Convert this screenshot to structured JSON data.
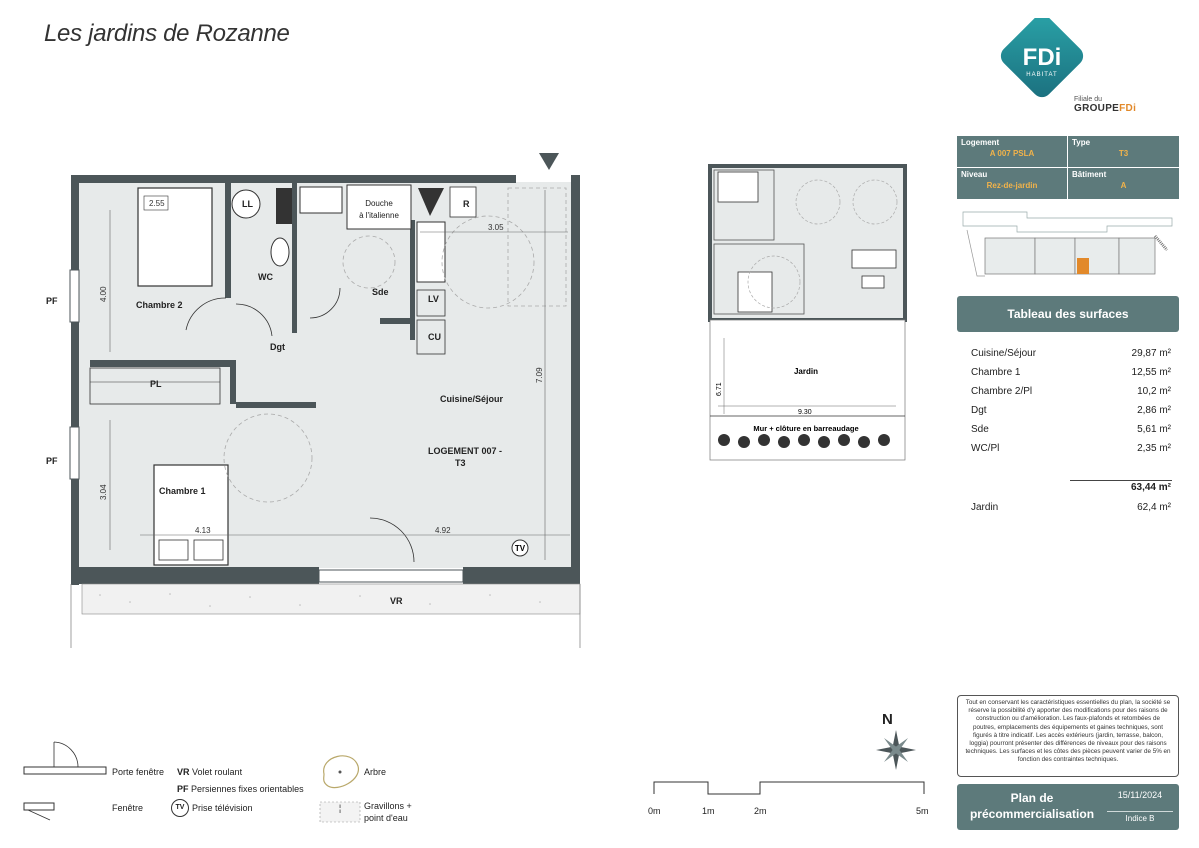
{
  "title": "Les jardins de Rozanne",
  "logo": {
    "text": "FDi",
    "sub": "HABITAT",
    "filiale": "Filiale du",
    "groupe_a": "GROUPE",
    "groupe_b": "FDi"
  },
  "info": {
    "logement_label": "Logement",
    "logement_value": "A 007 PSLA",
    "type_label": "Type",
    "type_value": "T3",
    "niveau_label": "Niveau",
    "niveau_value": "Rez-de-jardin",
    "batiment_label": "Bâtiment",
    "batiment_value": "A"
  },
  "surfaces": {
    "title": "Tableau des surfaces",
    "rows": [
      {
        "label": "Cuisine/Séjour",
        "value": "29,87 m²"
      },
      {
        "label": "Chambre 1",
        "value": "12,55 m²"
      },
      {
        "label": "Chambre 2/Pl",
        "value": "10,2 m²"
      },
      {
        "label": "Dgt",
        "value": "2,86 m²"
      },
      {
        "label": "Sde",
        "value": "5,61 m²"
      },
      {
        "label": "WC/Pl",
        "value": "2,35 m²"
      }
    ],
    "total": "63,44 m²",
    "jardin_label": "Jardin",
    "jardin_value": "62,4 m²"
  },
  "disclaimer": "Tout en conservant les caractéristiques essentielles du plan, la société se réserve la possibilité d'y apporter des modifications pour des raisons de construction ou d'amélioration. Les faux-plafonds et retombées de poutres, emplacements des équipements et gaines techniques, sont figurés à titre indicatif. Les accès extérieurs (jardin, terrasse, balcon, loggia) pourront présenter des différences de niveaux pour des raisons techniques. Les surfaces et les côtes des pièces peuvent varier de 5% en fonction des contraintes techniques.",
  "plan_box": {
    "label_1": "Plan de",
    "label_2": "précommercialisation",
    "date": "15/11/2024",
    "indice": "Indice B"
  },
  "plan": {
    "rooms": {
      "chambre2": "Chambre 2",
      "chambre1": "Chambre 1",
      "wc": "WC",
      "sde": "Sde",
      "dgt": "Dgt",
      "cuisine": "Cuisine/Séjour",
      "logement_1": "LOGEMENT 007 -",
      "logement_2": "T3",
      "ll": "LL",
      "r": "R",
      "lv": "LV",
      "cu": "CU",
      "pl": "PL",
      "douche_1": "Douche",
      "douche_2": "à l'italienne",
      "pf": "PF",
      "vr": "VR",
      "tv": "TV"
    },
    "dims": {
      "d1": "2.55",
      "d2": "4.00",
      "d3": "3.05",
      "d4": "7.09",
      "d5": "3.04",
      "d6": "4.13",
      "d7": "4.92"
    }
  },
  "minimap": {
    "jardin": "Jardin",
    "mur": "Mur + clôture en barreaudage",
    "d1": "6.71",
    "d2": "9.30"
  },
  "legend": {
    "porte_fenetre": "Porte fenêtre",
    "fenetre": "Fenêtre",
    "vr_code": "VR",
    "vr_label": "Volet roulant",
    "pf_code": "PF",
    "pf_label": "Persiennes fixes orientables",
    "tv_code": "TV",
    "tv_label": "Prise télévision",
    "arbre": "Arbre",
    "gravillons_1": "Gravillons +",
    "gravillons_2": "point d'eau"
  },
  "compass": "N",
  "scale": {
    "s0": "0m",
    "s1": "1m",
    "s2": "2m",
    "s5": "5m"
  },
  "colors": {
    "accent": "#5d7a7b",
    "highlight": "#f2b34a",
    "wall": "#4a5558",
    "logo": "#1f8a93"
  }
}
